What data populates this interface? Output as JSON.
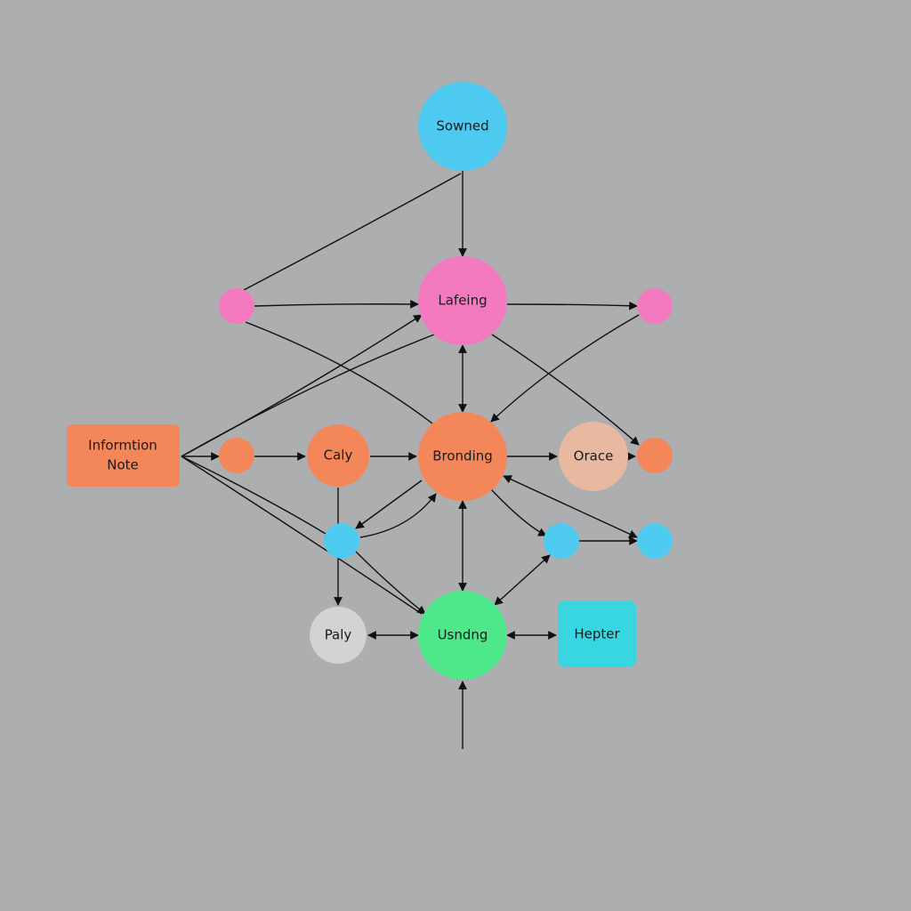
{
  "colors": {
    "background": "#adaeb0",
    "blue": "#4ec9f0",
    "pink": "#f47ac0",
    "orange": "#f4875a",
    "peach": "#e8b9a0",
    "gray": "#d3d3d3",
    "green": "#4ee88a",
    "cyan": "#38d6e0",
    "edge": "#111111"
  },
  "nodes": {
    "sowned": {
      "label": "Sowned",
      "color": "#4ec9f0"
    },
    "lafeing": {
      "label": "Lafeing",
      "color": "#f47ac0"
    },
    "info": {
      "label_line1": "Informtion",
      "label_line2": "Note",
      "color": "#f4875a"
    },
    "caly": {
      "label": "Caly",
      "color": "#f4875a"
    },
    "bronding": {
      "label": "Bronding",
      "color": "#f4875a"
    },
    "orace": {
      "label": "Orace",
      "color": "#e8b9a0"
    },
    "paly": {
      "label": "Paly",
      "color": "#d3d3d3"
    },
    "usndng": {
      "label": "Usndng",
      "color": "#4ee88a"
    },
    "hepter": {
      "label": "Hepter",
      "color": "#38d6e0"
    }
  }
}
